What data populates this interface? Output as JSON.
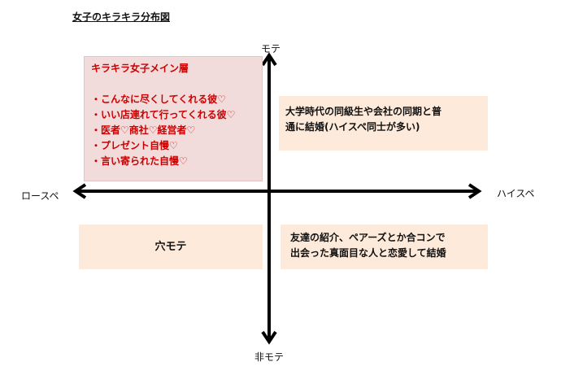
{
  "title": "女子のキラキラ分布図",
  "axes": {
    "top": "モテ",
    "bottom": "非モテ",
    "left": "ロースペ",
    "right": "ハイスペ"
  },
  "quadrants": {
    "top_left": {
      "heading": "キラキラ女子メイン層",
      "items": [
        "・こんなに尽くしてくれる彼♡",
        "・いい店連れて行ってくれる彼♡",
        "・医者♡商社♡経営者♡",
        "・プレゼント自慢♡",
        "・言い寄られた自慢♡"
      ]
    },
    "top_right": {
      "lines": [
        "大学時代の同級生や会社の同期と普",
        "通に結婚(ハイスペ同士が多い)"
      ]
    },
    "bottom_left": {
      "text": "穴モテ"
    },
    "bottom_right": {
      "lines": [
        "友達の紹介、ペアーズとか合コンで",
        "出会った真面目な人と恋愛して結婚"
      ]
    }
  },
  "colors": {
    "accent_red": "#cc0000",
    "pink_box": "#f2dcdb",
    "peach_box": "#fdeada",
    "axis": "#000000"
  }
}
